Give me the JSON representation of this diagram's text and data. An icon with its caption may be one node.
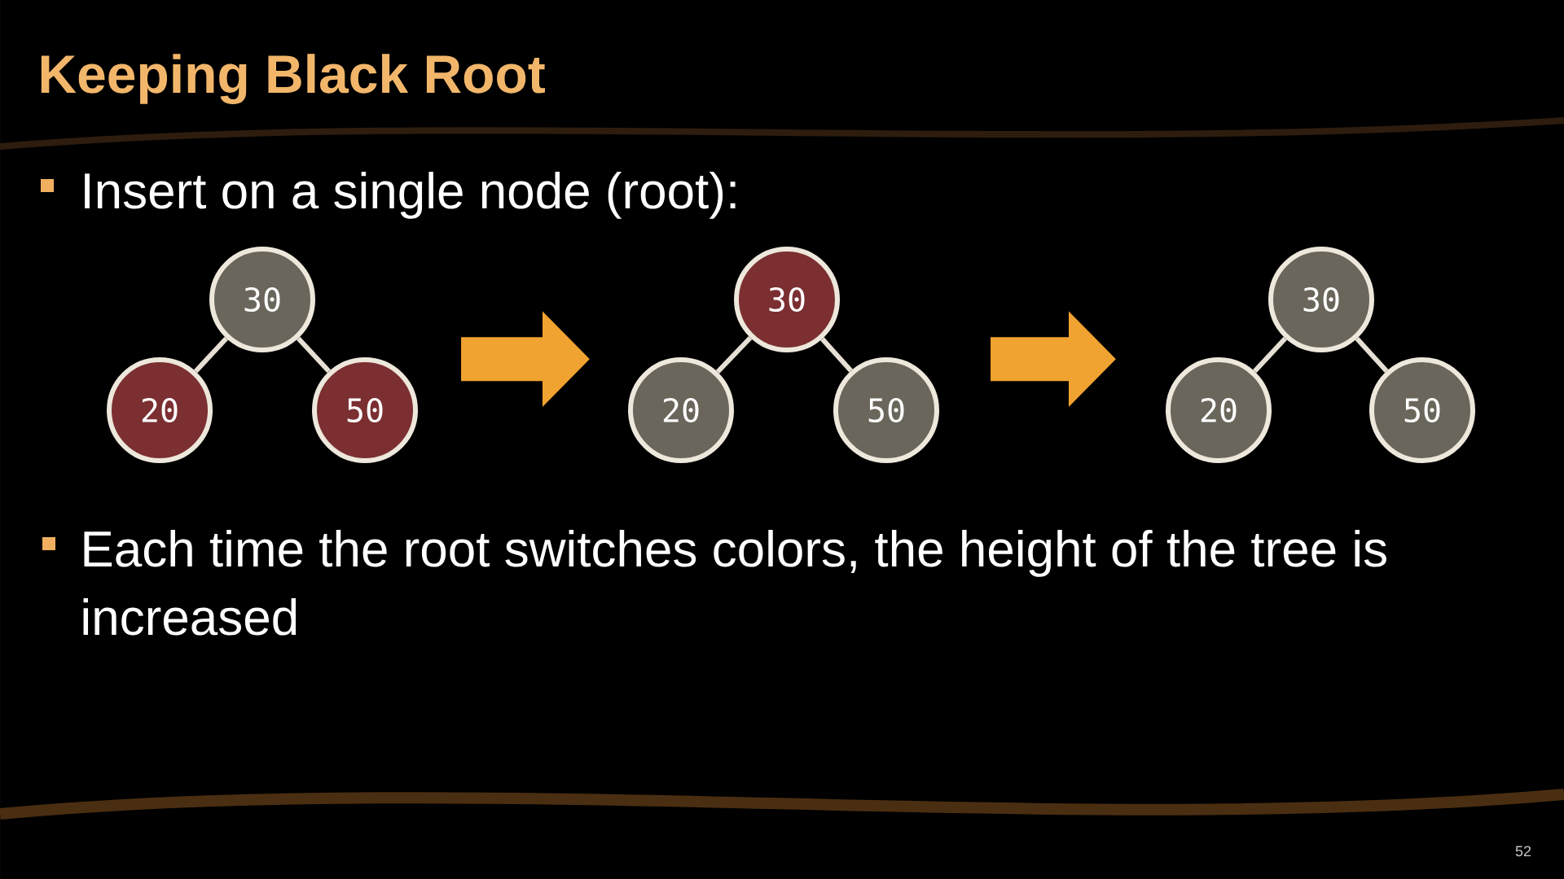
{
  "diagram": {
    "title": "Keeping Black Root",
    "nodes": [
      {
        "text": [
          "30"
        ]
      },
      {
        "text": [
          "20"
        ]
      },
      {
        "text": [
          "50"
        ]
      },
      {
        "text": [
          "30"
        ]
      },
      {
        "text": [
          "20"
        ]
      },
      {
        "text": [
          "50"
        ]
      },
      {
        "text": [
          "30"
        ]
      },
      {
        "text": [
          "20"
        ]
      },
      {
        "text": [
          "50"
        ]
      }
    ],
    "edges": [
      {
        "from": 0,
        "to": 1,
        "arrow": "none"
      },
      {
        "from": 0,
        "to": 2,
        "arrow": "none"
      },
      {
        "from": 2,
        "to": 4,
        "arrow": "to",
        "style": "thick",
        "color": "#f0a330"
      },
      {
        "from": 3,
        "to": 4,
        "arrow": "none"
      },
      {
        "from": 3,
        "to": 5,
        "arrow": "none"
      },
      {
        "from": 5,
        "to": 7,
        "arrow": "to",
        "style": "thick",
        "color": "#f0a330"
      },
      {
        "from": 6,
        "to": 7,
        "arrow": "none"
      },
      {
        "from": 6,
        "to": 8,
        "arrow": "none"
      }
    ],
    "labels": [
      "Insert on a single node (root):",
      "Each time the root switches colors, the height of the tree is increased",
      "52"
    ]
  }
}
